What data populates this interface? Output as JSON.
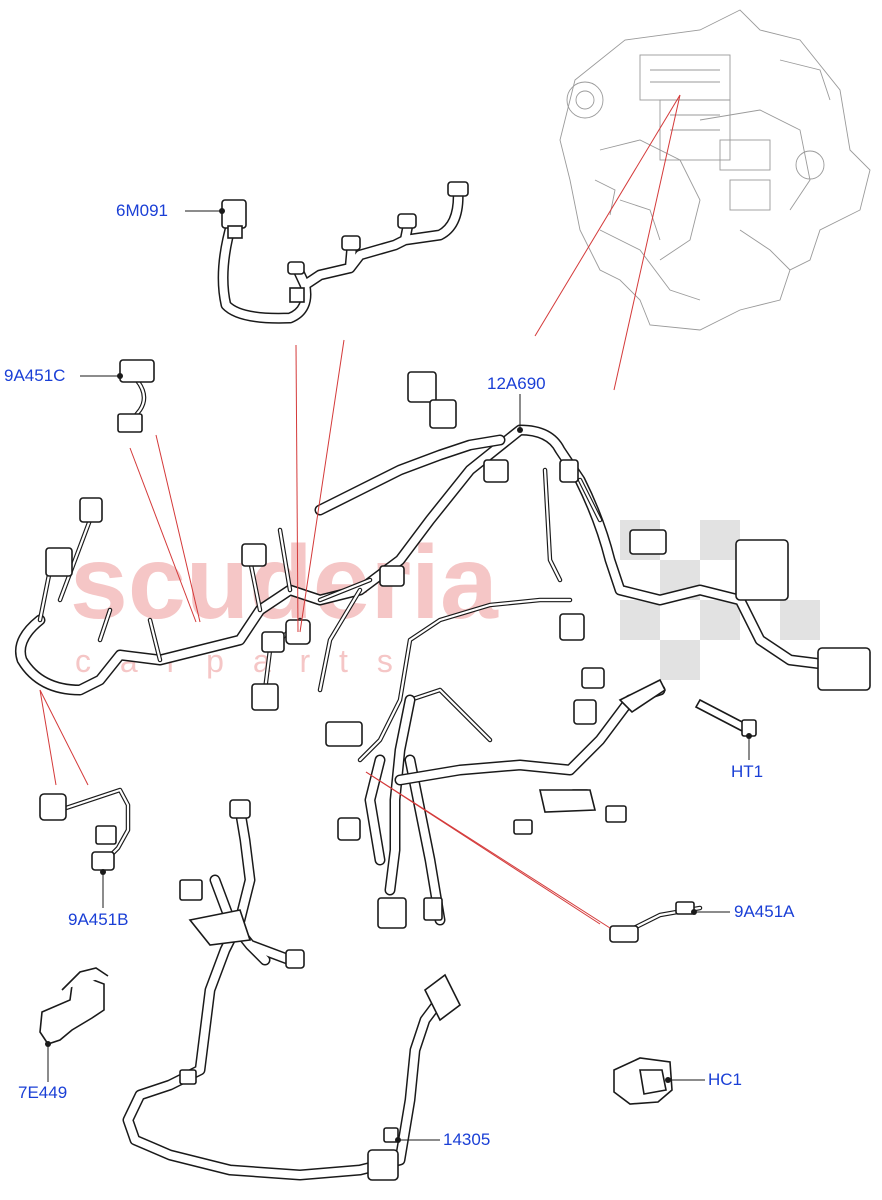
{
  "watermark": {
    "main": "scuderia",
    "sub": "c a r   p a r t s",
    "color": "#f5c6c6",
    "checker_color": "#e2e2e2"
  },
  "colors": {
    "label": "#1a3fd6",
    "leader_red": "#d43a3a",
    "leader_black": "#1a1a1a",
    "line": "#1a1a1a"
  },
  "parts": [
    {
      "id": "6M091",
      "label": "6M091"
    },
    {
      "id": "9A451C",
      "label": "9A451C"
    },
    {
      "id": "12A690",
      "label": "12A690"
    },
    {
      "id": "HT1",
      "label": "HT1"
    },
    {
      "id": "9A451B",
      "label": "9A451B"
    },
    {
      "id": "9A451A",
      "label": "9A451A"
    },
    {
      "id": "7E449",
      "label": "7E449"
    },
    {
      "id": "HC1",
      "label": "HC1"
    },
    {
      "id": "14305",
      "label": "14305"
    }
  ]
}
